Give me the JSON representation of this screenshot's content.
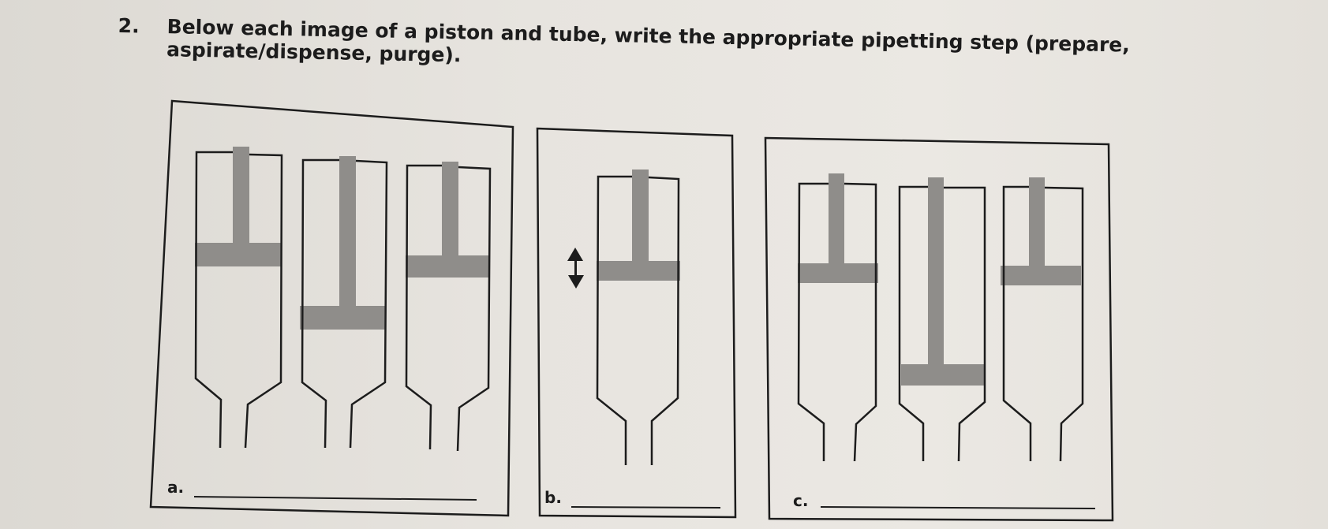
{
  "question": {
    "number": "2.",
    "text": "Below each image of a piston and tube, write the appropriate pipetting step (prepare, aspirate/dispense, purge)."
  },
  "panels": [
    {
      "label": "a."
    },
    {
      "label": "b."
    },
    {
      "label": "c."
    }
  ],
  "colors": {
    "piston": "#8f8d8a",
    "outline": "#1c1c1c",
    "paper": "#e6e3de"
  }
}
